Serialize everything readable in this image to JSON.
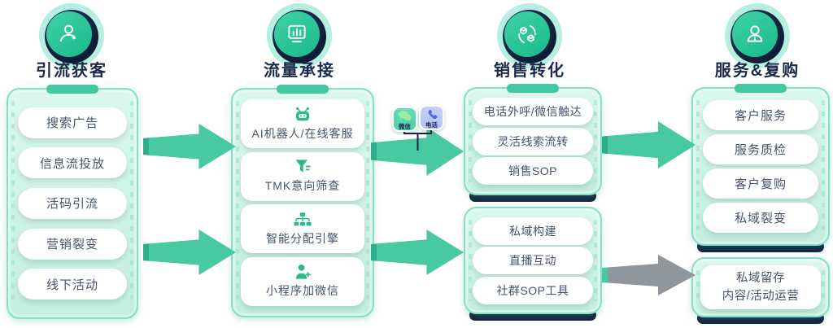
{
  "diagram_title": "customer-journey-funnel",
  "colors": {
    "teal": "#49c9a1",
    "teal_dark": "#2fae8c",
    "mint_panel": "#cdf3e6",
    "navy": "#15233e",
    "gray_arrow": "#8f969e",
    "pill_text": "#45536b",
    "wechat_badge_bg": "#4ecfa7",
    "phone_badge_bg": "#b2c1f7"
  },
  "columns": [
    {
      "title": "引流获客",
      "icon": "agent-desk-icon",
      "boxes": [
        {
          "items": [
            {
              "label": "搜索广告"
            },
            {
              "label": "信息流投放"
            },
            {
              "label": "活码引流"
            },
            {
              "label": "营销裂变"
            },
            {
              "label": "线下活动"
            }
          ]
        }
      ]
    },
    {
      "title": "流量承接",
      "icon": "monitor-chart-icon",
      "boxes": [
        {
          "items": [
            {
              "icon": "robot-icon",
              "label": "AI机器人/在线客服"
            },
            {
              "icon": "funnel-icon",
              "label": "TMK意向筛查"
            },
            {
              "icon": "hierarchy-icon",
              "label": "智能分配引擎"
            },
            {
              "icon": "person-add-icon",
              "label": "小程序加微信"
            }
          ]
        }
      ]
    },
    {
      "title": "销售转化",
      "icon": "cubes-sync-icon",
      "boxes": [
        {
          "items": [
            {
              "label": "电话外呼/微信触达"
            },
            {
              "label": "灵活线索流转"
            },
            {
              "label": "销售SOP"
            }
          ]
        },
        {
          "items": [
            {
              "label": "私域构建"
            },
            {
              "label": "直播互动"
            },
            {
              "label": "社群SOP工具"
            }
          ]
        }
      ]
    },
    {
      "title": "服务&复购",
      "icon": "user-icon",
      "boxes": [
        {
          "items": [
            {
              "label": "客户服务"
            },
            {
              "label": "服务质检"
            },
            {
              "label": "客户复购"
            },
            {
              "label": "私域裂变"
            }
          ]
        },
        {
          "items": [
            {
              "label": "私域留存",
              "label2": "内容/活动运营"
            }
          ]
        }
      ]
    }
  ],
  "badges": [
    {
      "icon": "wechat-icon",
      "label": "微信"
    },
    {
      "icon": "phone-icon",
      "label": "电话"
    }
  ]
}
